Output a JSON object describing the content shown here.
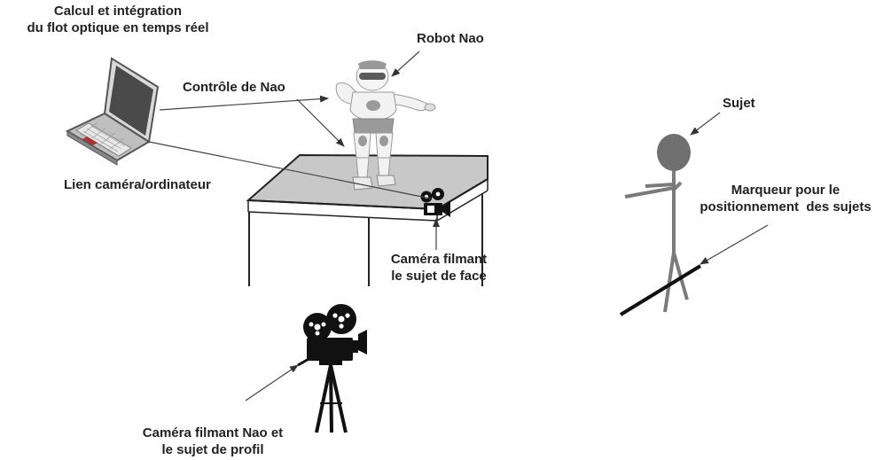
{
  "labels": {
    "computation_line1": "Calcul et intégration",
    "computation_line2": "du flot optique en temps réel",
    "robot": "Robot Nao",
    "control": "Contrôle de Nao",
    "camera_link": "Lien caméra/ordinateur",
    "front_camera_line1": "Caméra filmant",
    "front_camera_line2": "le sujet de face",
    "profile_camera_line1": "Caméra filmant Nao et",
    "profile_camera_line2": "le sujet de profil",
    "subject": "Sujet",
    "marker_line1": "Marqueur pour le",
    "marker_line2": "positionnement  des sujets"
  },
  "colors": {
    "ink": "#1a1a1a",
    "arrow": "#444444",
    "table_top": "#c8c8c8",
    "subject_head": "#6f6f6f",
    "subject_body": "#7a7a7a",
    "robot_white": "#f2f2f2",
    "robot_grey": "#9a9a9a"
  }
}
